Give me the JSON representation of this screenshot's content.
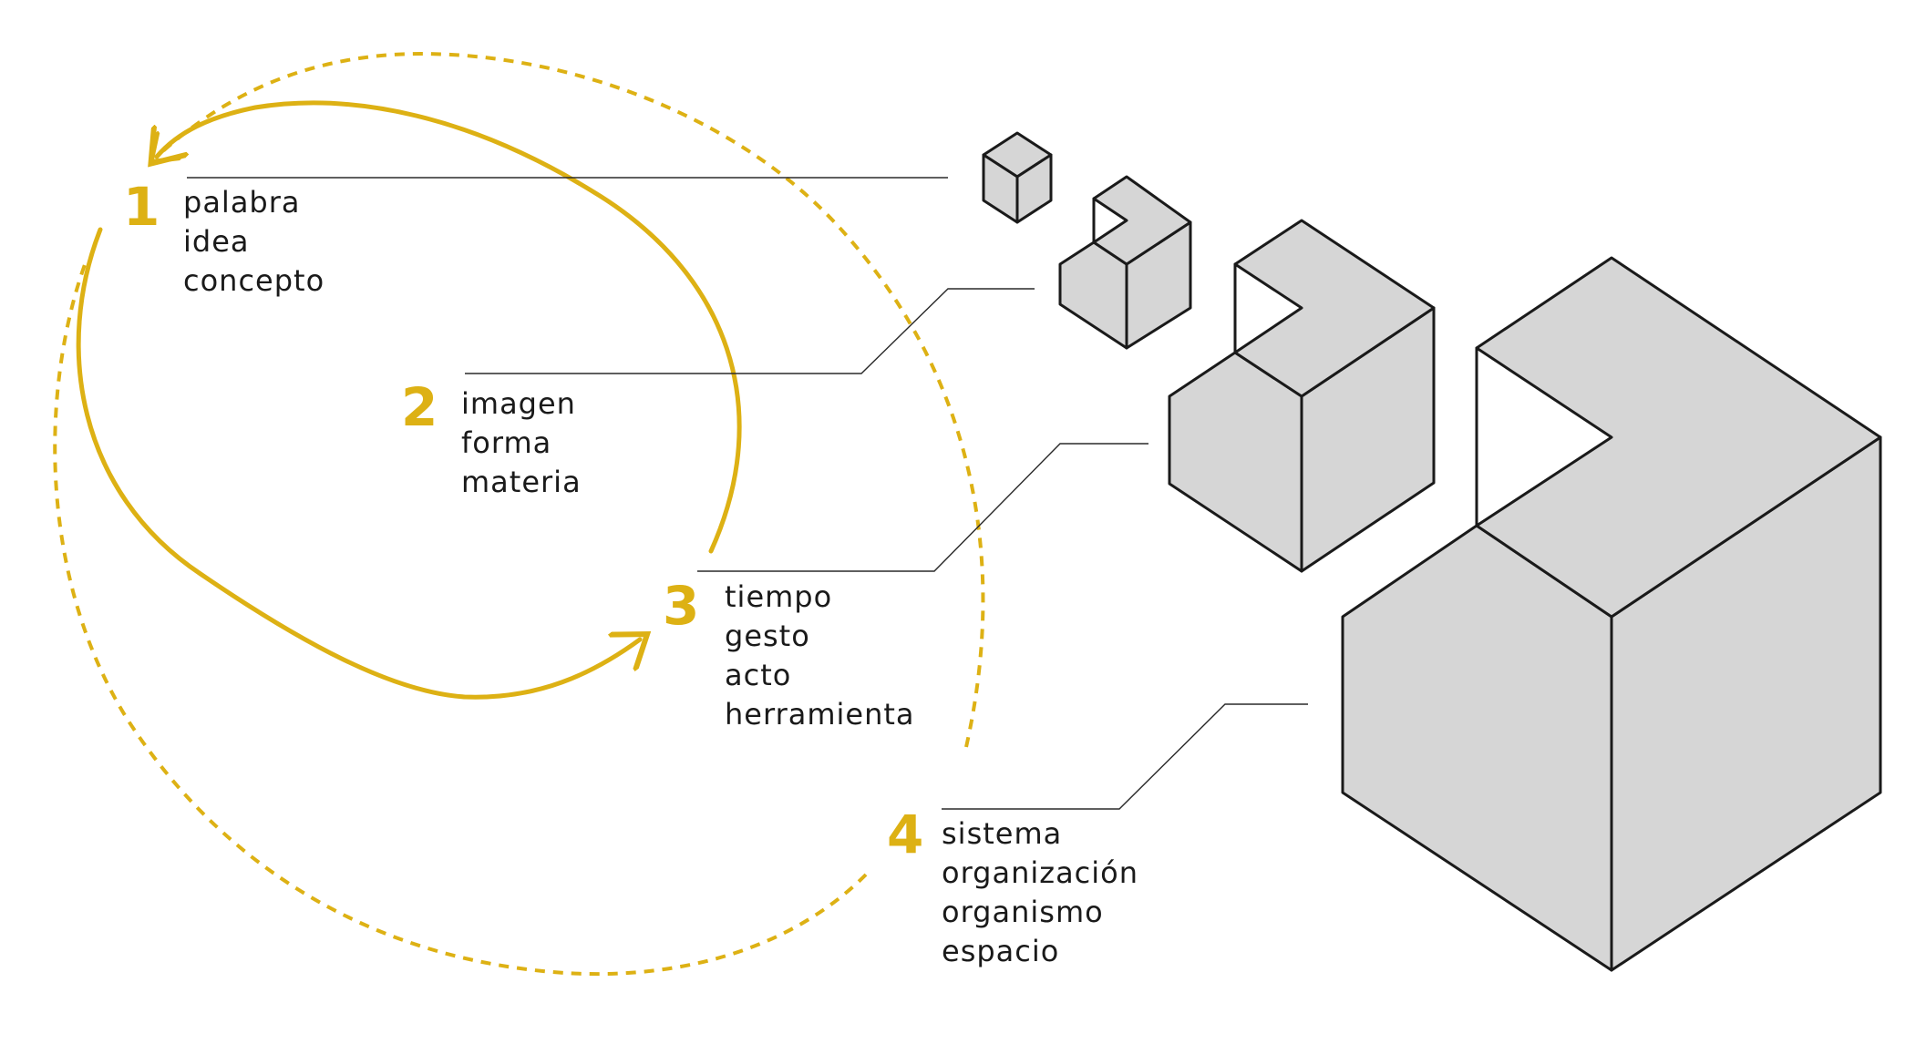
{
  "colors": {
    "accent": "#DDB114",
    "ink": "#1A1A1A",
    "fill": "#D6D6D6",
    "leader": "#2A2A2A"
  },
  "stages": [
    {
      "number": "1",
      "words": [
        "palabra",
        "idea",
        "concepto"
      ]
    },
    {
      "number": "2",
      "words": [
        "imagen",
        "forma",
        "materia"
      ]
    },
    {
      "number": "3",
      "words": [
        "tiempo",
        "gesto",
        "acto",
        "herramienta"
      ]
    },
    {
      "number": "4",
      "words": [
        "sistema",
        "organización",
        "organismo",
        "espacio"
      ]
    }
  ]
}
